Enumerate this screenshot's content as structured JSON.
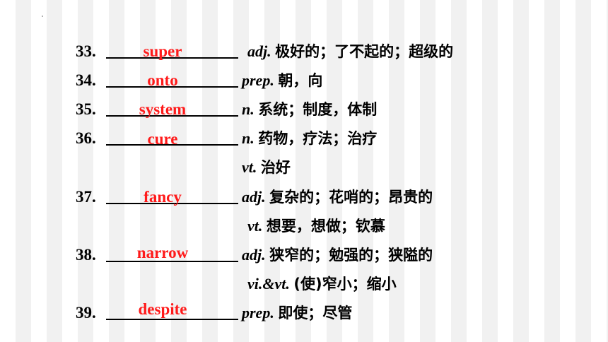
{
  "entries": [
    {
      "number": "33.",
      "answer": "super",
      "pos": "adj.",
      "meaning": "极好的；了不起的；超级的",
      "pos2": "",
      "meaning2": ""
    },
    {
      "number": "34.",
      "answer": "onto",
      "pos": "prep.",
      "meaning": "朝，向",
      "pos2": "",
      "meaning2": ""
    },
    {
      "number": "35.",
      "answer": "system",
      "pos": "n.",
      "meaning": "系统；制度，体制",
      "pos2": "",
      "meaning2": ""
    },
    {
      "number": "36.",
      "answer": "cure",
      "pos": "n.",
      "meaning": "药物，疗法；治疗",
      "pos2": "vt.",
      "meaning2": "治好"
    },
    {
      "number": "37.",
      "answer": "fancy",
      "pos": "adj.",
      "meaning": "复杂的；花哨的；昂贵的",
      "pos2": "vt.",
      "meaning2": "想要，想做；钦慕"
    },
    {
      "number": "38.",
      "answer": "narrow",
      "pos": "adj.",
      "meaning": "狭窄的；勉强的；狭隘的",
      "pos2": "vi.&vt.",
      "meaning2": "(使)窄小；缩小"
    },
    {
      "number": "39.",
      "answer": "despite",
      "pos": "prep.",
      "meaning": "即使；尽管",
      "pos2": "",
      "meaning2": ""
    }
  ]
}
